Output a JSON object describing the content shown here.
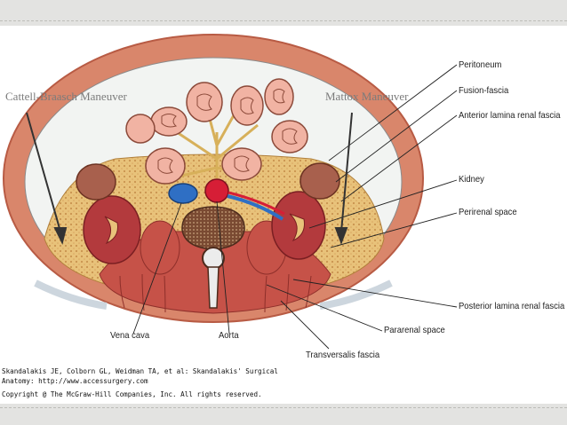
{
  "overlay": {
    "left_label": "Cattell-Braasch Maneuver",
    "right_label": "Mattox Maneuver"
  },
  "labels": {
    "peritoneum": "Peritoneum",
    "fusion_fascia": "Fusion-fascia",
    "anterior_lamina": "Anterior lamina renal fascia",
    "kidney": "Kidney",
    "perirenal_space": "Perirenal space",
    "posterior_lamina": "Posterior lamina renal fascia",
    "pararenal_space": "Pararenal space",
    "vena_cava": "Vena cava",
    "aorta": "Aorta",
    "transversalis_fascia": "Transversalis fascia"
  },
  "credit": {
    "line1": "Skandalakis JE, Colborn GL, Weidman TA, et al: Skandalakis' Surgical",
    "line2": "Anatomy: http://www.accessurgery.com",
    "line3": "Copyright @ The McGraw-Hill Companies, Inc. All rights reserved."
  },
  "colors": {
    "body_wall": "#d9866b",
    "body_wall_edge": "#b85b44",
    "fat": "#e8c27a",
    "muscle": "#c65248",
    "kidney": "#b33a3d",
    "vena_cava": "#2f6fc4",
    "aorta": "#d61e36",
    "peritoneal_cavity": "#f2f4f2",
    "slide_band": "#e3e3e1"
  },
  "icons": {
    "maneuver_arrow": "arrow-down-icon"
  }
}
